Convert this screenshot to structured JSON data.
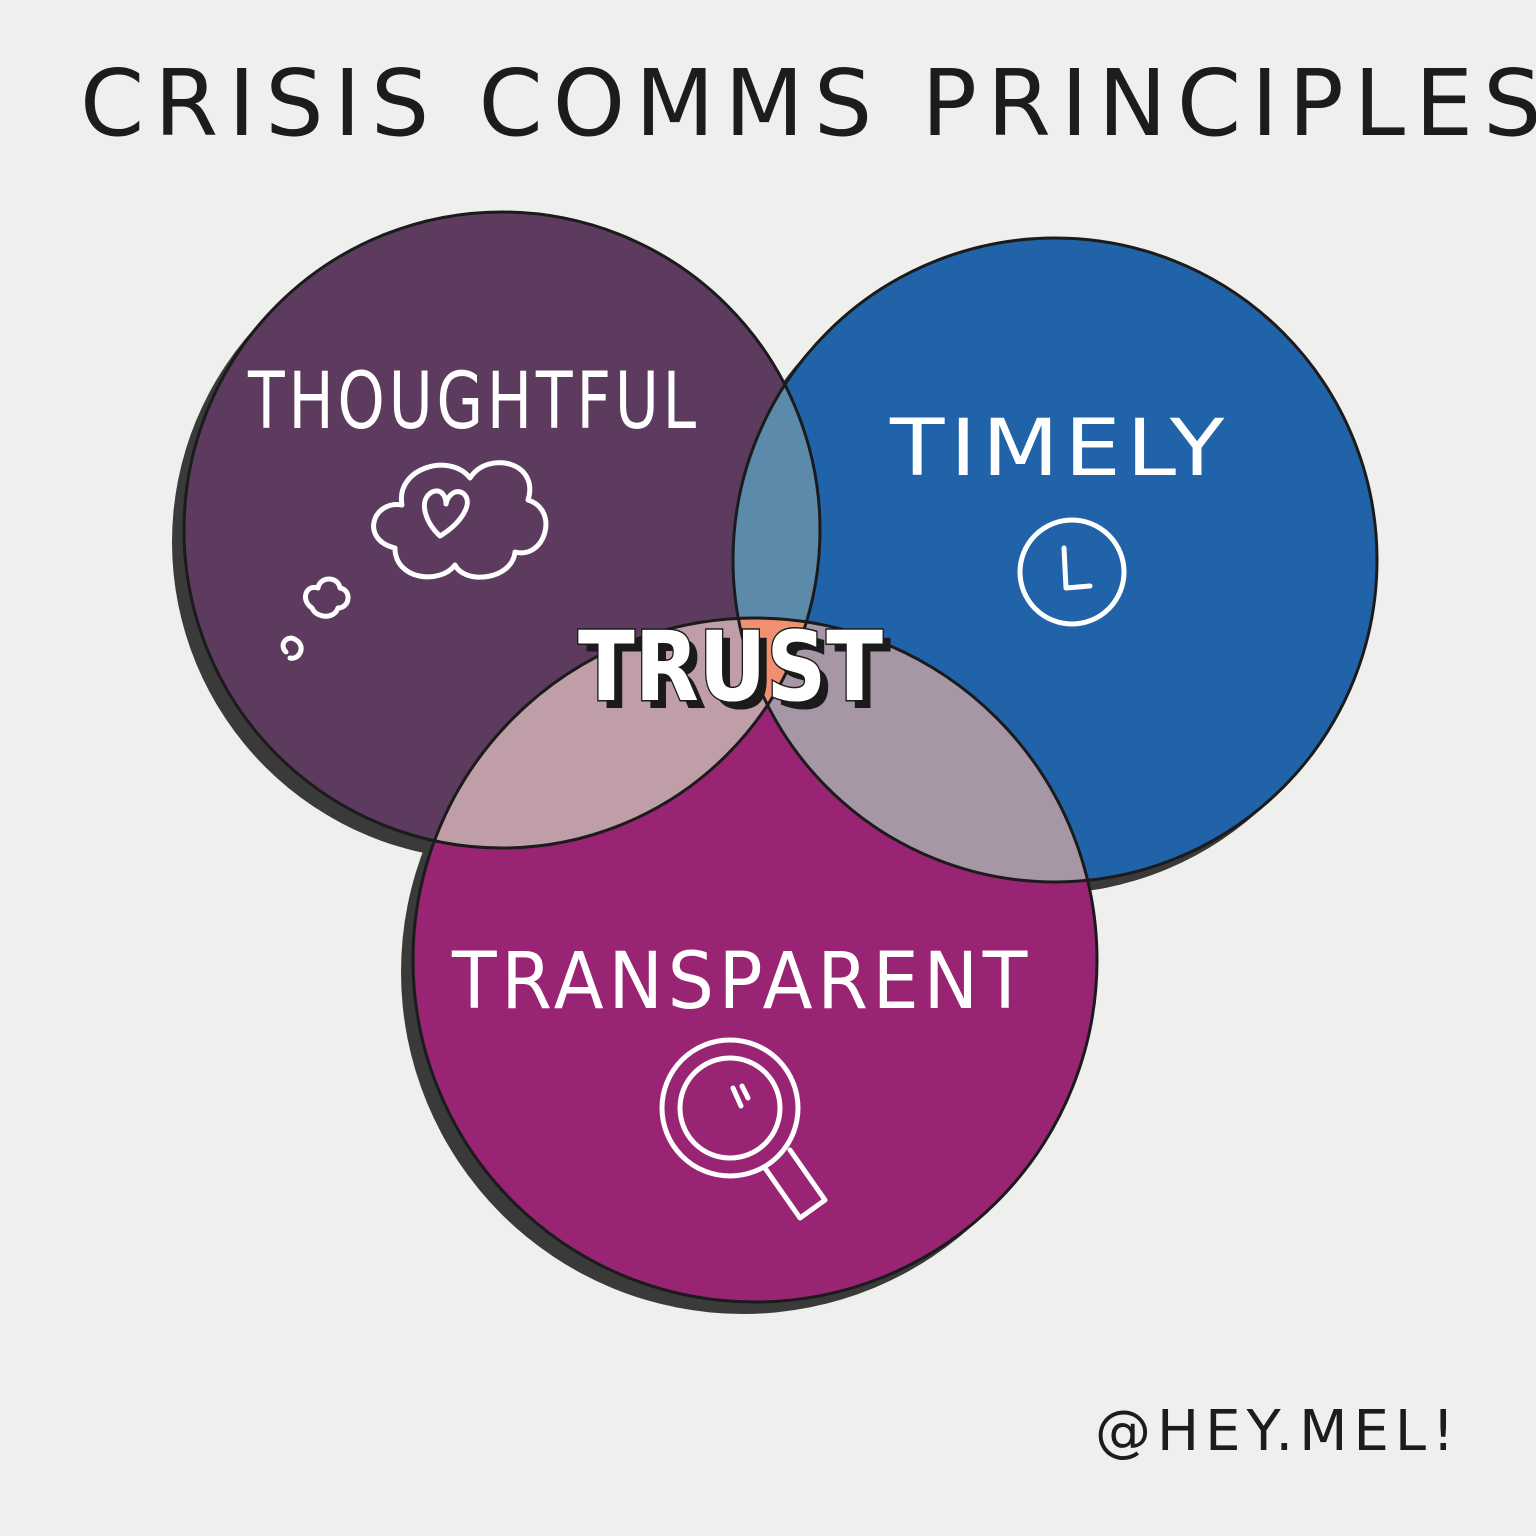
{
  "title": "CRISIS COMMS PRINCIPLES",
  "center_label": "TRUST",
  "credit": "@HEY.MEL!",
  "circles": [
    {
      "id": "thoughtful",
      "label": "THOUGHTFUL",
      "icon": "thought-cloud-heart-icon",
      "color": "#5c3b5f"
    },
    {
      "id": "timely",
      "label": "TIMELY",
      "icon": "clock-icon",
      "color": "#2063a9"
    },
    {
      "id": "transparent",
      "label": "TRANSPARENT",
      "icon": "magnifying-glass-icon",
      "color": "#9a2474"
    }
  ],
  "overlap_colors": {
    "thoughtful_timely": "#5c8aaa",
    "thoughtful_transparent": "#c09ea8",
    "timely_transparent": "#a797a6",
    "center": "#f09070"
  },
  "background_color": "#efefed"
}
